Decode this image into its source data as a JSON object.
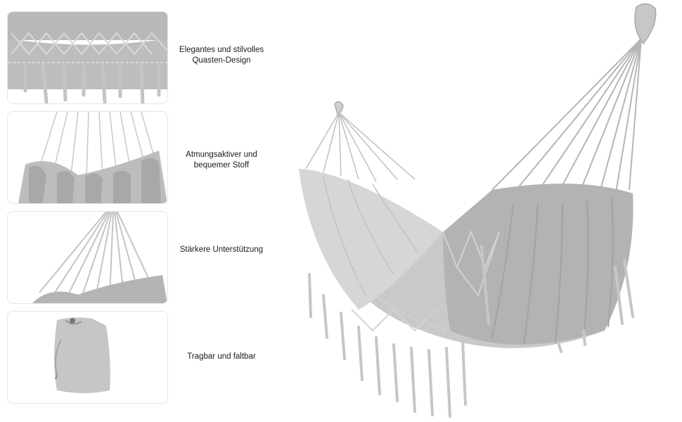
{
  "features": [
    {
      "line1": "Elegantes und stilvolles",
      "line2": "Quasten-Design",
      "thumb": "tassel-detail-photo"
    },
    {
      "line1": "Atmungsaktiver und",
      "line2": "bequemer Stoff",
      "thumb": "fabric-detail-photo"
    },
    {
      "line1": "Stärkere Unterstützung",
      "line2": "",
      "thumb": "rope-support-photo"
    },
    {
      "line1": "Tragbar und faltbar",
      "line2": "",
      "thumb": "carry-bag-photo"
    }
  ],
  "colors": {
    "fabric": "#c9c9c9",
    "fabric_shadow": "#a9a9a9",
    "rope": "#b3b3b3",
    "border": "#e6e6e6",
    "text": "#1a1a1a"
  }
}
